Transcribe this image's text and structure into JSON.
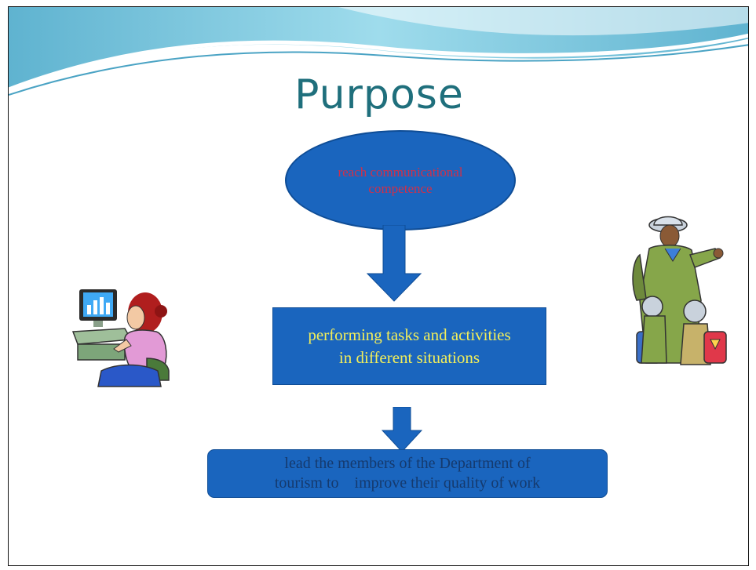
{
  "slide": {
    "title": "Purpose",
    "goal_text": "reach communicational competence",
    "tasks_text_line1": "performing tasks and activities",
    "tasks_text_line2": "in different situations",
    "result_text_line1": "lead the members of the Department of",
    "result_text_line2": "tourism to    improve their quality of work"
  },
  "colors": {
    "title": "#1f6f7c",
    "shape_fill": "#1a65be",
    "goal_text": "#d0304a",
    "tasks_text": "#f2ee5a",
    "result_text": "#153a6e",
    "header_wave": "#8fd3e8"
  },
  "icons": {
    "left_clipart": "woman-at-computer",
    "right_clipart": "tour-guide-with-children"
  }
}
